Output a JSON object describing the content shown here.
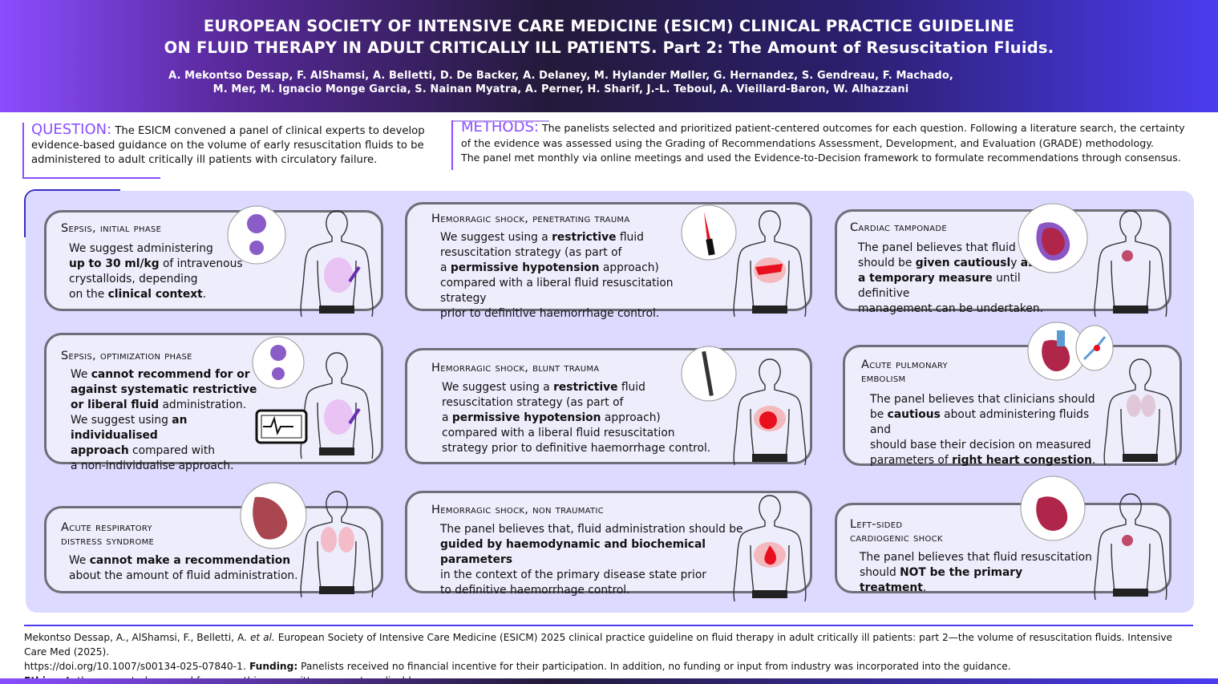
{
  "header": {
    "title_line1": "EUROPEAN SOCIETY OF INTENSIVE CARE MEDICINE (ESICM) CLINICAL PRACTICE GUIDELINE",
    "title_line2": "ON FLUID THERAPY IN ADULT CRITICALLY ILL PATIENTS. Part 2: The Amount of Resuscitation Fluids.",
    "authors_line1": "A. Mekontso Dessap, F. AlShamsi, A. Belletti, D. De Backer, A. Delaney, M. Hylander Møller, G. Hernandez,  S. Gendreau, F. Machado,",
    "authors_line2": "M. Mer, M. Ignacio Monge Garcia, S. Nainan Myatra, A. Perner, H. Sharif, J.-L. Teboul, A. Vieillard-Baron, W. Alhazzani"
  },
  "question": {
    "heading": "QUESTION:",
    "text": "The ESICM convened a panel of clinical experts to develop evidence-based guidance on the volume of early resuscitation fluids to be administered to adult critically ill patients with circulatory failure."
  },
  "methods": {
    "heading": "METHODS:",
    "text1": "The panelists selected and prioritized patient-centered outcomes for each question. Following a literature search, the certainty",
    "text2": "of the evidence was assessed using the Grading of Recommendations Assessment, Development, and Evaluation (GRADE) methodology.",
    "text3": "The panel met monthly via online meetings and used the Evidence-to-Decision framework to formulate recommendations through consensus."
  },
  "cards": {
    "sepsis_initial": {
      "title": "Sepsis, initial phase",
      "t1": "We suggest administering",
      "t2b": "up to 30 ml/kg",
      "t2": " of intravenous",
      "t3": "crystalloids, depending",
      "t4": "on the ",
      "t4b": "clinical context",
      "t4e": "."
    },
    "sepsis_opt": {
      "title": "Sepsis, optimization phase",
      "t1": "We ",
      "t1b": "cannot recommend for or",
      "t2b": "against systematic restrictive",
      "t3b": "or liberal fluid",
      "t3": " administration.",
      "t4": "We suggest using ",
      "t4b": "an individualised",
      "t5b": "approach",
      "t5": " compared with",
      "t6": "a non-individualise approach."
    },
    "ards": {
      "title1": "Acute respiratory",
      "title2": "distress syndrome",
      "t1": "We ",
      "t1b": "cannot make a recommendation",
      "t2": "about the amount of fluid administration."
    },
    "hemo_pen": {
      "title": "Hemorragic shock, penetrating trauma",
      "t1": "We suggest using a ",
      "t1b": "restrictive",
      "t1e": " fluid",
      "t2": "resuscitation strategy (as part of",
      "t3": "a ",
      "t3b": "permissive hypotension",
      "t3e": " approach)",
      "t4": "compared with a liberal fluid resuscitation strategy",
      "t5": "prior to definitive haemorrhage control."
    },
    "hemo_blunt": {
      "title": "Hemorragic shock, blunt trauma",
      "t1": "We suggest using a ",
      "t1b": "restrictive",
      "t1e": " fluid",
      "t2": "resuscitation strategy (as part of",
      "t3": "a ",
      "t3b": "permissive hypotension",
      "t3e": " approach)",
      "t4": "compared with a liberal fluid resuscitation",
      "t5": "strategy prior to definitive haemorrhage control."
    },
    "hemo_non": {
      "title": "Hemorragic shock, non traumatic",
      "t1": "The panel believes that, fluid administration should be",
      "t2b": "guided by haemodynamic and biochemical parameters",
      "t3": "in the context of the primary disease state prior",
      "t4": "to definitive haemorrhage control."
    },
    "tamponade": {
      "title": "Cardiac tamponade",
      "t1": "The panel believes  that fluid",
      "t2": "should be ",
      "t2b": "given cautiousl",
      "t2m": "y ",
      "t2b2": "as",
      "t3b": "a temporary measure",
      "t3": " until definitive",
      "t4": "management can be undertaken."
    },
    "pe": {
      "title1": "Acute pulmonary",
      "title2": "embolism",
      "t1": "The panel believes that clinicians should",
      "t2": "be ",
      "t2b": "cautious",
      "t2e": " about administering fluids and",
      "t3": "should base their decision on measured",
      "t4": "parameters of ",
      "t4b": "right heart congestion",
      "t4e": "."
    },
    "cardiogenic": {
      "title1": "Left-sided",
      "title2": "cardiogenic shock",
      "t1": "The panel believes that fluid resuscitation",
      "t2": "should ",
      "t2b": "NOT be the primary treatment",
      "t2e": "."
    }
  },
  "footer": {
    "cite1": "Mekontso Dessap, A., AlShamsi, F., Belletti, A. ",
    "cite_etal": "et al.",
    "cite2": " European Society of Intensive Care Medicine (ESICM) 2025 clinical practice guideline on fluid therapy in adult critically ill patients: part 2—the volume of resuscitation fluids. Intensive Care Med (2025).",
    "doi": "https://doi.org/10.1007/s00134-025-07840-1.",
    "funding_label": " Funding:",
    "funding": " Panelists received no financial incentive for their participation. In addition, no funding or input from industry was incorporated into the guidance.",
    "ethics_label": "Ethics:",
    "ethics": " Authors reported approval from an ethics committee was not applicable."
  },
  "colors": {
    "accent": "#8a4dff",
    "panel_bg": "#dcdaff",
    "card_bg": "#eeedfc",
    "card_border": "#6e6e78",
    "blood": "#e8101e",
    "virus": "#8a5cc8"
  },
  "icons": [
    "virus-icon",
    "body-icon",
    "knife-icon",
    "rod-icon",
    "heart-icon",
    "lung-icon",
    "monitor-icon",
    "blood-drop-icon",
    "wound-icon"
  ]
}
